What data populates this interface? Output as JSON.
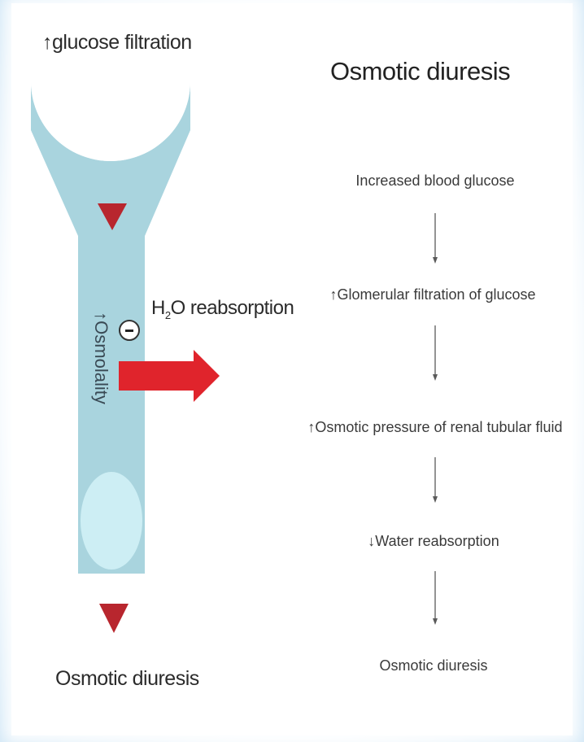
{
  "title": "Osmotic diuresis",
  "left_diagram": {
    "top_label": "↑glucose filtration",
    "tubule_label": "↑Osmolality",
    "arrow_label_prefix": "H",
    "arrow_label_sub": "2",
    "arrow_label_suffix": "O reabsorption",
    "bottom_label": "Osmotic diuresis",
    "colors": {
      "tubule": "#a9d4de",
      "bulb": "#cdeef4",
      "triangle": "#b8262e",
      "arrow": "#e0242c"
    }
  },
  "flow_steps": [
    "Increased blood glucose",
    "↑Glomerular filtration of glucose",
    "↑Osmotic pressure of renal tubular fluid",
    "↓Water reabsorption",
    "Osmotic diuresis"
  ]
}
